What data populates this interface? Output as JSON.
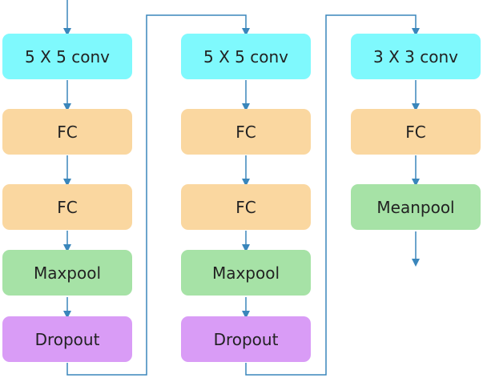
{
  "columns": [
    {
      "blocks": [
        {
          "label": "5 X 5 conv",
          "kind": "conv"
        },
        {
          "label": "FC",
          "kind": "fc"
        },
        {
          "label": "FC",
          "kind": "fc"
        },
        {
          "label": "Maxpool",
          "kind": "maxpool"
        },
        {
          "label": "Dropout",
          "kind": "dropout"
        }
      ]
    },
    {
      "blocks": [
        {
          "label": "5 X 5 conv",
          "kind": "conv"
        },
        {
          "label": "FC",
          "kind": "fc"
        },
        {
          "label": "FC",
          "kind": "fc"
        },
        {
          "label": "Maxpool",
          "kind": "maxpool"
        },
        {
          "label": "Dropout",
          "kind": "dropout"
        }
      ]
    },
    {
      "blocks": [
        {
          "label": "3 X 3 conv",
          "kind": "conv"
        },
        {
          "label": "FC",
          "kind": "fc"
        },
        {
          "label": "Meanpool",
          "kind": "mean"
        }
      ]
    }
  ],
  "colors": {
    "arrow": "#3a86bb",
    "conv": "#7ff9fd",
    "fc": "#fad7a0",
    "maxpool": "#a6e2a6",
    "dropout": "#d99cf6",
    "meanpool": "#a6e2a6"
  }
}
